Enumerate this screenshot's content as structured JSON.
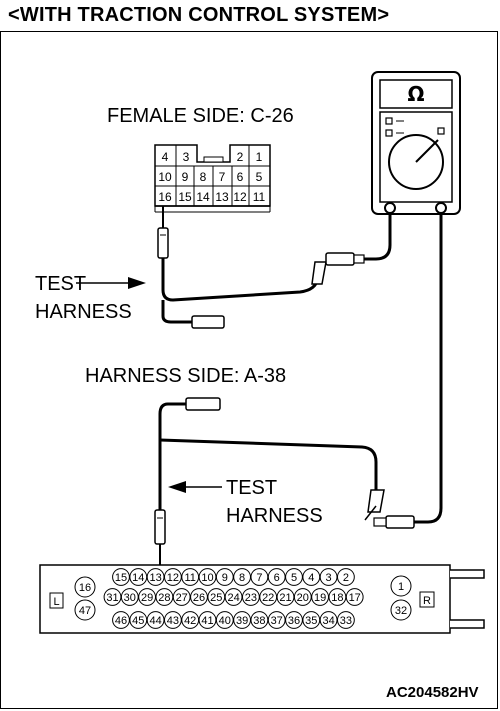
{
  "title": "<WITH TRACTION CONTROL SYSTEM>",
  "labels": {
    "female_side": "FEMALE SIDE: C-26",
    "harness_side": "HARNESS SIDE: A-38",
    "test_harness_1_line1": "TEST",
    "test_harness_1_line2": "HARNESS",
    "test_harness_2_line1": "TEST",
    "test_harness_2_line2": "HARNESS",
    "figure_code": "AC204582HV"
  },
  "ohmmeter": {
    "symbol": "Ω",
    "icon": "ohmmeter-icon"
  },
  "connector_c26": {
    "row1": [
      "4",
      "3",
      "2",
      "1"
    ],
    "row2": [
      "10",
      "9",
      "8",
      "7",
      "6",
      "5"
    ],
    "row3": [
      "16",
      "15",
      "14",
      "13",
      "12",
      "11"
    ]
  },
  "connector_a38": {
    "left_tag": "L",
    "right_tag": "R",
    "left_pins": [
      "16",
      "47"
    ],
    "right_pins": [
      "1",
      "32"
    ],
    "row1": [
      "15",
      "14",
      "13",
      "12",
      "11",
      "10",
      "9",
      "8",
      "7",
      "6",
      "5",
      "4",
      "3",
      "2"
    ],
    "row2": [
      "31",
      "30",
      "29",
      "28",
      "27",
      "26",
      "25",
      "24",
      "23",
      "22",
      "21",
      "20",
      "19",
      "18",
      "17"
    ],
    "row3": [
      "46",
      "45",
      "44",
      "43",
      "42",
      "41",
      "40",
      "39",
      "38",
      "37",
      "36",
      "35",
      "34",
      "33"
    ]
  }
}
